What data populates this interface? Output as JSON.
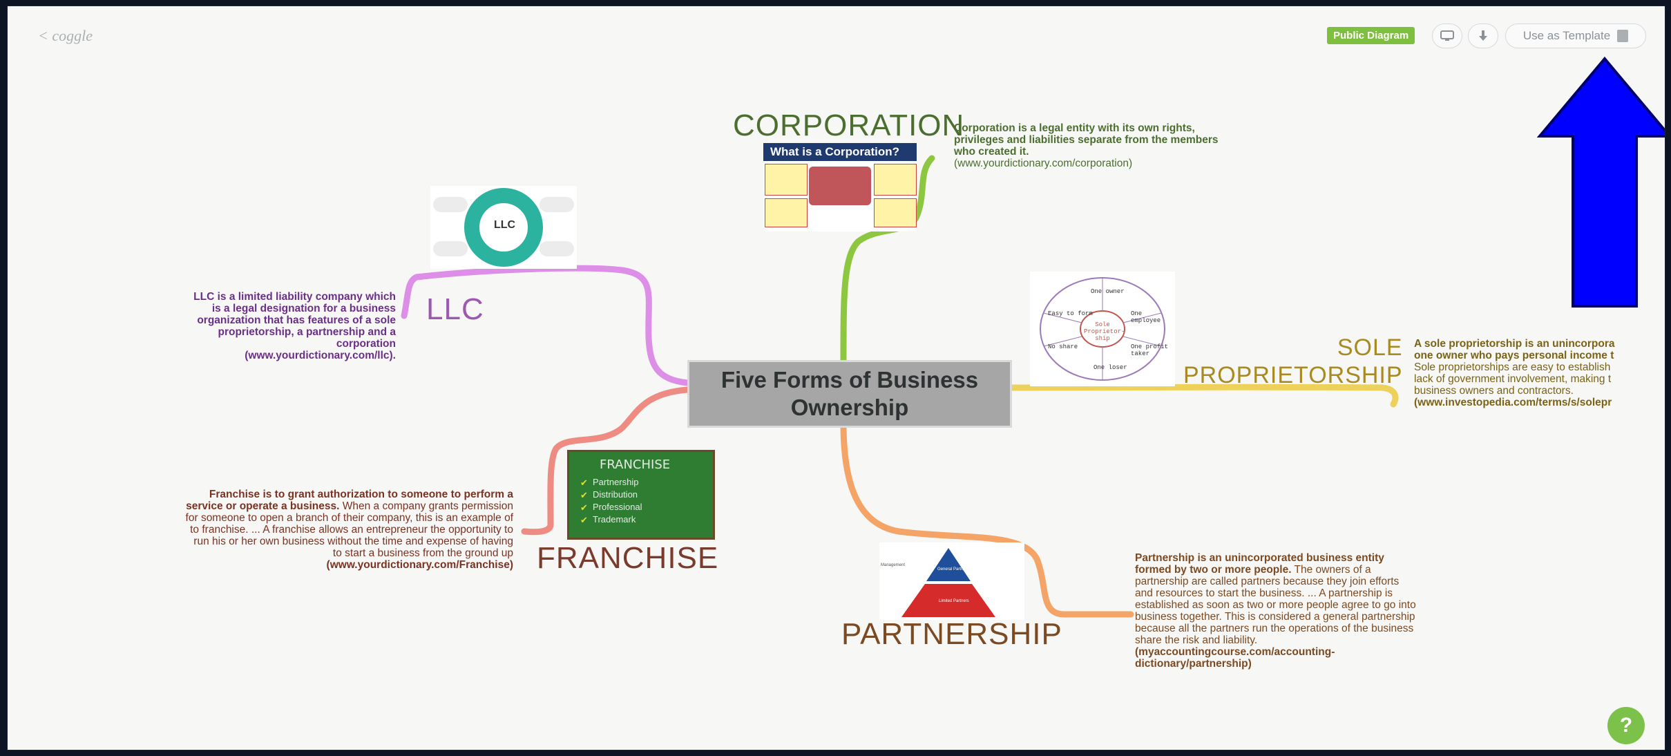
{
  "header": {
    "back_label": "< coggle",
    "badge": "Public Diagram",
    "template_label": "Use as Template"
  },
  "icons": {
    "present": "monitor-icon",
    "download": "download-icon",
    "template": "copy-icon",
    "help": "help-icon",
    "overlay": "blue-up-arrow"
  },
  "central_node": {
    "line1": "Five Forms of Business",
    "line2": "Ownership"
  },
  "branches": {
    "corporation": {
      "title": "CORPORATION",
      "color": "#8dc63f",
      "desc_bold": "Corporation is a legal entity with its own rights, privileges and liabilities separate from the members who created it.",
      "desc_source": "(www.yourdictionary.com/corporation)",
      "image": {
        "label": "What is a Corporation?"
      }
    },
    "llc": {
      "title": "LLC",
      "color": "#dd8ee6",
      "desc": "LLC is a limited liability company which is a legal designation for a business organization that has features of a sole proprietorship, a partnership and a corporation (www.yourdictionary.com/llc).",
      "image": {
        "label": "LLC"
      }
    },
    "sole": {
      "title_line1": "SOLE",
      "title_line2": "PROPRIETORSHIP",
      "color": "#eed15a",
      "desc_line1": "A sole proprietorship is an unincorpora",
      "desc_line2": "one owner who pays personal income t",
      "desc_line3": "Sole proprietorships are easy to establish",
      "desc_line4": "lack of government involvement, making t",
      "desc_line5": "business owners and contractors.",
      "desc_line6": "(www.investopedia.com/terms/s/solepr",
      "image": {
        "center": "Sole Proprietor-ship",
        "segments": [
          "One owner",
          "One employee",
          "One profit taker",
          "One loser",
          "No share",
          "Easy to form"
        ]
      }
    },
    "franchise": {
      "title": "FRANCHISE",
      "color": "#ee8c84",
      "desc_bold": "Franchise is to grant authorization to someone to perform a service or operate a business.",
      "desc_rest": "When a company grants permission for someone to open a branch of their company, this is an example of to franchise. ... A franchise allows an entrepreneur the opportunity to run his or her own business without the time and expense of having to start a business from the ground up",
      "desc_source": "(www.yourdictionary.com/Franchise)",
      "image": {
        "heading": "FRANCHISE",
        "items": [
          "Partnership",
          "Distribution",
          "Professional",
          "Trademark"
        ]
      }
    },
    "partnership": {
      "title": "PARTNERSHIP",
      "color": "#f3a466",
      "desc_bold": "Partnership is an unincorporated business entity formed by two or more people.",
      "desc_rest": "The owners of a partnership are called partners because they join efforts and resources to start the business. ... A partnership is established as soon as two or more people agree to go into business together. This is considered a general partnership because all the partners run the operations of the business share the risk and liability.",
      "desc_source": "(myaccountingcourse.com/accounting-dictionary/partnership)",
      "image": {
        "labels": [
          "Management",
          "General Partners",
          "Limited Partners"
        ]
      }
    }
  },
  "help_label": "?"
}
